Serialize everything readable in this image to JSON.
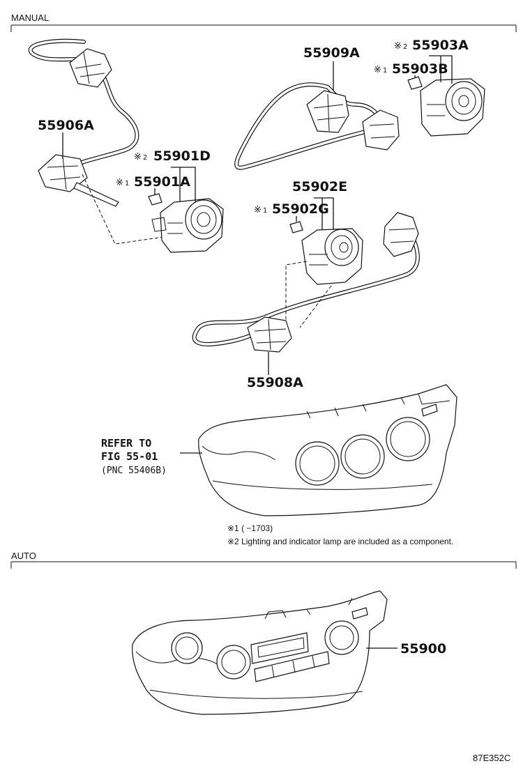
{
  "sections": {
    "manual": "MANUAL",
    "auto": "AUTO"
  },
  "parts": {
    "p55906A": "55906A",
    "p55901D": "55901D",
    "p55901A": "55901A",
    "p55909A": "55909A",
    "p55903A": "55903A",
    "p55903B": "55903B",
    "p55902E": "55902E",
    "p55902G": "55902G",
    "p55908A": "55908A",
    "p55900": "55900"
  },
  "marks": {
    "ref": "※",
    "one": "1",
    "two": "2"
  },
  "refer": {
    "line1": "REFER TO",
    "line2": "FIG 55-01",
    "line3": "(PNC 55406B)"
  },
  "notes": {
    "note1": "※1 (     −1703)",
    "note2": "※2 Lighting and indicator lamp are included as a component."
  },
  "code": "87E352C"
}
